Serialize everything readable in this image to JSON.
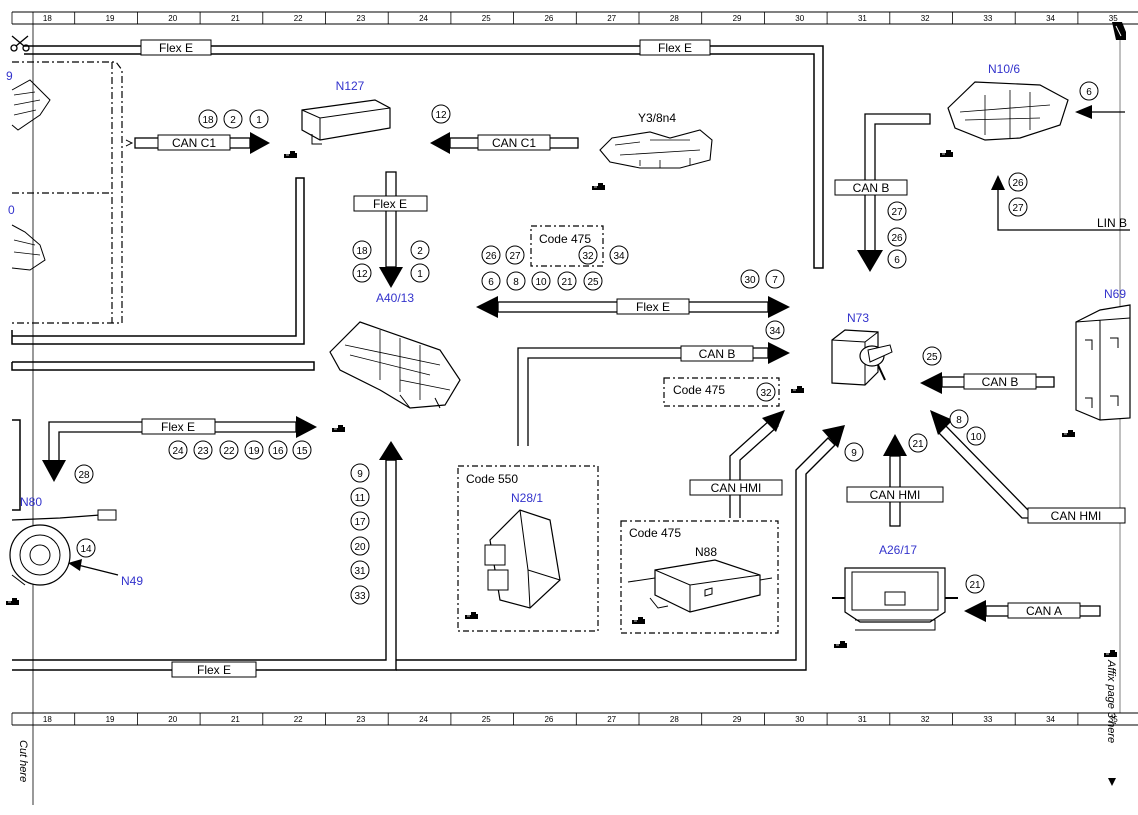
{
  "ruler": {
    "columns": [
      "18",
      "19",
      "20",
      "21",
      "22",
      "23",
      "24",
      "25",
      "26",
      "27",
      "28",
      "29",
      "30",
      "31",
      "32",
      "33",
      "34",
      "35"
    ]
  },
  "components": {
    "n127": "N127",
    "y3_8n4": "Y3/8n4",
    "a40_13": "A40/13",
    "n10_6": "N10/6",
    "n73": "N73",
    "n69": "N69",
    "n80": "N80",
    "n49": "N49",
    "n28_1": "N28/1",
    "n88": "N88",
    "a26_17": "A26/17",
    "edge_9": "9",
    "edge_0": "0"
  },
  "buses": {
    "flex_e": "Flex E",
    "can_c1": "CAN C1",
    "can_b": "CAN B",
    "can_hmi": "CAN HMI",
    "can_a": "CAN A",
    "lin_b": "LIN B"
  },
  "codes": {
    "code_475": "Code 475",
    "code_550": "Code 550"
  },
  "notes": {
    "cut_here": "Cut here",
    "affix_here": "Affix page 3 here"
  },
  "colors": {
    "component_label": "#3333cc",
    "line": "#000000"
  },
  "icons": {
    "scissors": "scissors-icon",
    "hand_pointer": "hand-pointer-icon",
    "page_corner": "page-corner-icon"
  }
}
